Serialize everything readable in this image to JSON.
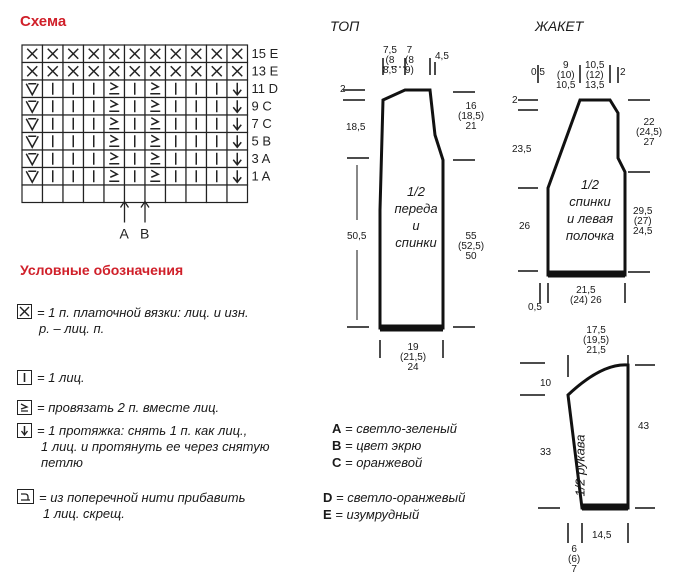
{
  "scheme": {
    "title": "Схема",
    "row_labels": [
      "15 E",
      "13 E",
      "11 D",
      "9 C",
      "7 C",
      "5 B",
      "3 A",
      "1 A"
    ],
    "repeat_labels": [
      "A",
      "B"
    ],
    "grid_columns": 11,
    "rows": [
      [
        "x",
        "x",
        "x",
        "x",
        "x",
        "x",
        "x",
        "x",
        "x",
        "x",
        "x"
      ],
      [
        "x",
        "x",
        "x",
        "x",
        "x",
        "x",
        "x",
        "x",
        "x",
        "x",
        "x"
      ],
      [
        "v",
        "l",
        "l",
        "l",
        "s",
        "l",
        "s",
        "l",
        "l",
        "l",
        "d"
      ],
      [
        "v",
        "l",
        "l",
        "l",
        "s",
        "l",
        "s",
        "l",
        "l",
        "l",
        "d"
      ],
      [
        "v",
        "l",
        "l",
        "l",
        "s",
        "l",
        "s",
        "l",
        "l",
        "l",
        "d"
      ],
      [
        "v",
        "l",
        "l",
        "l",
        "s",
        "l",
        "s",
        "l",
        "l",
        "l",
        "d"
      ],
      [
        "v",
        "l",
        "l",
        "l",
        "s",
        "l",
        "s",
        "l",
        "l",
        "l",
        "d"
      ],
      [
        "v",
        "l",
        "l",
        "l",
        "s",
        "l",
        "s",
        "l",
        "l",
        "l",
        "d"
      ],
      [
        "e",
        "e",
        "e",
        "e",
        "e",
        "e",
        "e",
        "e",
        "e",
        "e",
        "e"
      ]
    ]
  },
  "legend": {
    "title": "Условные обозначения",
    "items": [
      {
        "icon": "garter-stitch-icon",
        "text_1": "= 1 п. платочной вязки: лиц. и изн.",
        "text_2": "р. – лиц. п."
      },
      {
        "icon": "knit-stitch-icon",
        "text_1": "= 1 лиц.",
        "text_2": ""
      },
      {
        "icon": "k2tog-icon",
        "text_1": "= провязать 2 п. вместе лиц.",
        "text_2": ""
      },
      {
        "icon": "pass-over-icon",
        "text_1": "= 1 протяжка: снять 1 п. как лиц.,",
        "text_2": "1 лиц. и протянуть ее через снятую",
        "text_3": "петлю"
      },
      {
        "icon": "increase-icon",
        "text_1": "= из поперечной нити прибавить",
        "text_2": "1 лиц. скрещ."
      }
    ]
  },
  "colors": [
    {
      "letter": "A",
      "name": "= светло-зеленый"
    },
    {
      "letter": "B",
      "name": "= цвет экрю"
    },
    {
      "letter": "C",
      "name": "= оранжевой"
    },
    {
      "letter": "D",
      "name": "= светло-оранжевый"
    },
    {
      "letter": "E",
      "name": "= изумрудный"
    }
  ],
  "top": {
    "title": "ТОП",
    "piece_label": [
      "1/2",
      "переда",
      "и",
      "спинки"
    ],
    "dims": {
      "top_a": [
        "7,5",
        "(8",
        "8,5"
      ],
      "top_b": [
        "7",
        "(8",
        "9)"
      ],
      "top_c": "4,5",
      "left_2": "2",
      "left_18": "18,5",
      "left_505": "50,5",
      "right_16": [
        "16",
        "(18,5)",
        "21"
      ],
      "right_55": [
        "55",
        "(52,5)",
        "50"
      ],
      "bottom_19": [
        "19",
        "(21,5)",
        "24"
      ]
    }
  },
  "jacket": {
    "title": "ЖАКЕТ",
    "piece_label": [
      "1/2",
      "спинки",
      "и левая",
      "полочка"
    ],
    "dims": {
      "t_05": "0,5",
      "t_9": [
        "9",
        "(10)",
        "10,5"
      ],
      "t_105": [
        "10,5",
        "(12)",
        "13,5"
      ],
      "t_2": "2",
      "left_2": "2",
      "left_235": "23,5",
      "left_26": "26",
      "right_22": [
        "22",
        "(24,5)",
        "27"
      ],
      "right_295": [
        "29,5",
        "(27)",
        "24,5"
      ],
      "b_05": "0,5",
      "b_215": [
        "21,5",
        "(24) 26"
      ]
    }
  },
  "sleeve": {
    "piece_label": "1/2 рукава",
    "dims": {
      "top_175": [
        "17,5",
        "(19,5)",
        "21,5"
      ],
      "left_10": "10",
      "left_33": "33",
      "right_43": "43",
      "bottom_145": "14,5",
      "bottom_6": [
        "6",
        "(6)",
        "7"
      ]
    }
  }
}
